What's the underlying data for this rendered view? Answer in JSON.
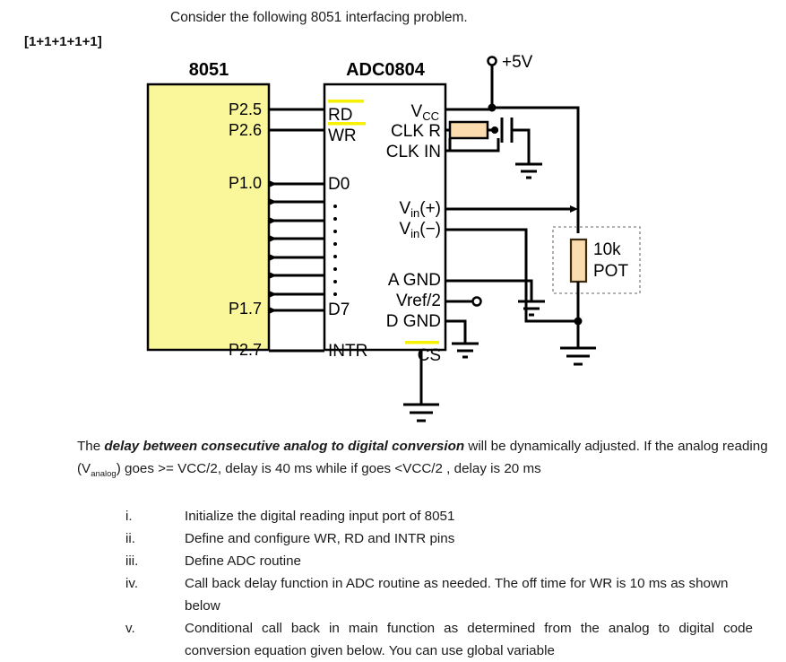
{
  "document": {
    "intro": "Consider the following 8051 interfacing problem.",
    "marks": "[1+1+1+1+1]"
  },
  "circuit": {
    "mcu": {
      "title": "8051",
      "fill_color": "#faf69a",
      "pins": [
        {
          "label": "P2.5"
        },
        {
          "label": "P2.6"
        },
        {
          "label": "P1.0"
        },
        {
          "label": "P1.7"
        },
        {
          "label": "P2.7"
        }
      ]
    },
    "adc": {
      "title": "ADC0804",
      "fill_color": "#ffffff",
      "left_pins": [
        {
          "label": "RD",
          "overbar": true,
          "highlight": "#f7f000"
        },
        {
          "label": "WR",
          "overbar": true,
          "highlight": "#f7f000"
        },
        {
          "label": "D0",
          "overbar": false
        },
        {
          "label": "D7",
          "overbar": false
        },
        {
          "label": "INTR",
          "overbar": false
        }
      ],
      "bus_ellipsis": "⋮",
      "right_pins": [
        {
          "label": "VCC",
          "display": "V",
          "subscript": "CC"
        },
        {
          "label": "CLK R"
        },
        {
          "label": "CLK IN"
        },
        {
          "label": "Vin(+)",
          "display": "V",
          "subscript": "in",
          "suffix": "(+)"
        },
        {
          "label": "Vin(-)",
          "display": "V",
          "subscript": "in",
          "suffix": "(−)"
        },
        {
          "label": "A GND"
        },
        {
          "label": "Vref/2"
        },
        {
          "label": "D GND"
        },
        {
          "label": "CS",
          "overbar": true,
          "highlight": "#f7f000"
        }
      ]
    },
    "supply": {
      "label": "+5V"
    },
    "pot": {
      "value": "10k",
      "name": "POT",
      "body_color": "#fadcae"
    },
    "clock_resistor": {
      "body_color": "#fadcae"
    }
  },
  "paragraph": {
    "part1": "The ",
    "emphasis": "delay between consecutive analog to digital conversion",
    "part2": " will be dynamically adjusted. If the analog reading (V",
    "subscript": "analog",
    "part3": ") goes >= VCC/2, delay is 40 ms while if goes <VCC/2 , delay is 20 ms"
  },
  "tasks": [
    {
      "num": "i.",
      "text": "Initialize the digital reading input port of 8051"
    },
    {
      "num": "ii.",
      "text": "Define and configure WR, RD and INTR pins"
    },
    {
      "num": "iii.",
      "text": "Define ADC routine"
    },
    {
      "num": "iv.",
      "text": "Call back delay function in ADC routine as needed. The off time for WR is 10 ms as shown below"
    },
    {
      "num": "v.",
      "text": "Conditional call back in main function as determined from the analog to digital code conversion equation given below. You can use global variable"
    }
  ]
}
